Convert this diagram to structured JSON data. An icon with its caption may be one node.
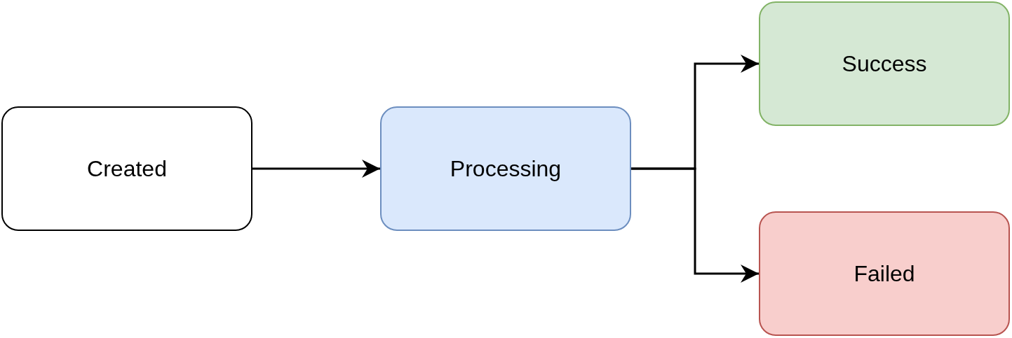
{
  "diagram": {
    "nodes": [
      {
        "text": [
          "Created"
        ]
      },
      {
        "text": [
          "Processing"
        ]
      },
      {
        "text": [
          "Success"
        ]
      },
      {
        "text": [
          "Failed"
        ]
      }
    ],
    "edges": [
      {
        "from": 0,
        "to": 1,
        "arrow": "to"
      },
      {
        "from": 1,
        "to": 2,
        "arrow": "to"
      },
      {
        "from": 1,
        "to": 3,
        "arrow": "to"
      }
    ]
  }
}
